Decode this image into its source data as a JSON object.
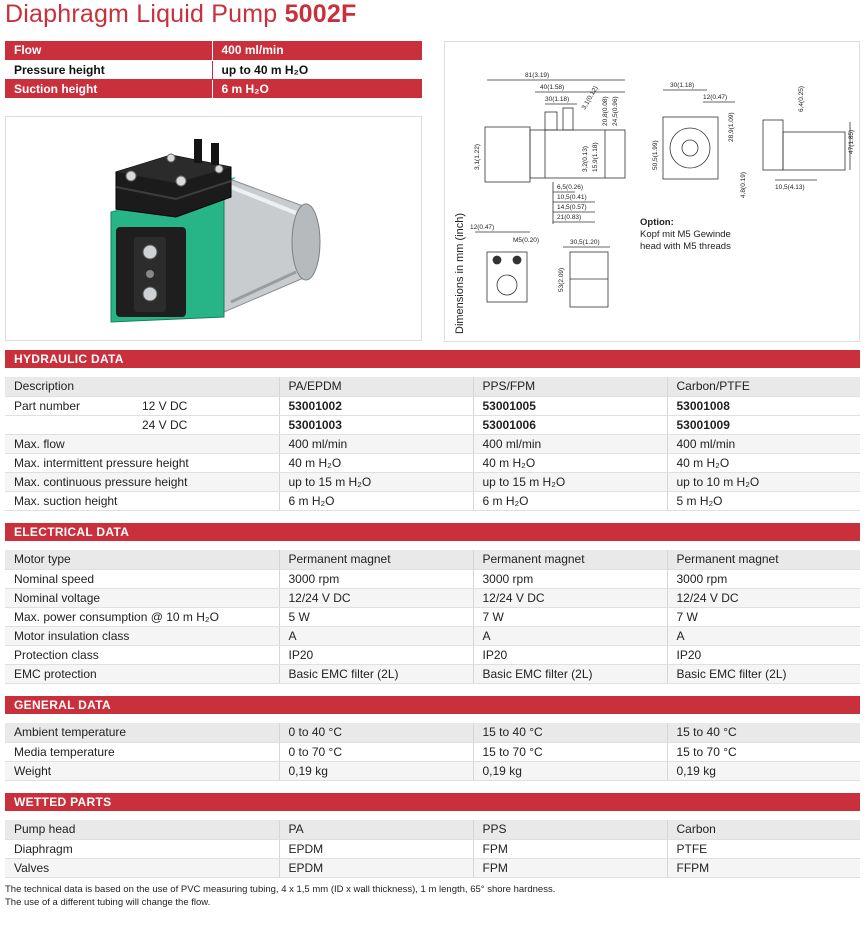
{
  "header": {
    "title_main": "Diaphragm Liquid Pump",
    "title_model": "5002F"
  },
  "spec_table": [
    {
      "label": "Flow",
      "value": "400 ml/min"
    },
    {
      "label": "Pressure height",
      "value": "up to 40 m H₂O"
    },
    {
      "label": "Suction height",
      "value": "6 m H₂O"
    }
  ],
  "drawing": {
    "axis_label": "Dimensions in mm (inch)",
    "option_title": "Option:",
    "option_line1": "Kopf mit M5 Gewinde",
    "option_line2": "head with M5 threads",
    "dims": {
      "d1": "81(3.19)",
      "d2": "40(1.58)",
      "d3": "30(1.18)",
      "d4": "3,1(0.12)",
      "d5": "20,8(0.08)",
      "d6": "24,5(0.96)",
      "d7": "3,2(0.13)",
      "d8": "15,9(1.18)",
      "d9": "6,5(0.26)",
      "d10": "10,5(0.41)",
      "d11": "14,5(0.57)",
      "d12": "21(0.83)",
      "d13": "3,1(1.22)",
      "d14": "30(1.18)",
      "d15": "12(0.47)",
      "d16": "50,5(1.99)",
      "d17": "28,9(1.09)",
      "d18": "4,8(0.19)",
      "d19": "10,5(4.13)",
      "d20": "6,4(0.25)",
      "d21": "47(1.85)",
      "d22": "12(0.47)",
      "d23": "M5(0.20)",
      "d24": "30,5(1.20)",
      "d25": "53(2.09)"
    }
  },
  "sections": {
    "hydraulic": "HYDRAULIC DATA",
    "electrical": "ELECTRICAL DATA",
    "general": "GENERAL DATA",
    "wetted": "WETTED PARTS"
  },
  "hydraulic": {
    "header": [
      "Description",
      "PA/EPDM",
      "PPS/FPM",
      "Carbon/PTFE"
    ],
    "part_number_label": "Part number",
    "volt_12": "12 V DC",
    "volt_24": "24 V DC",
    "pn_12": [
      "53001002",
      "53001005",
      "53001008"
    ],
    "pn_24": [
      "53001003",
      "53001006",
      "53001009"
    ],
    "rows": [
      [
        "Max. flow",
        "400 ml/min",
        "400 ml/min",
        "400 ml/min"
      ],
      [
        "Max. intermittent pressure height",
        "40 m H₂O",
        "40 m H₂O",
        "40 m H₂O"
      ],
      [
        "Max. continuous pressure height",
        "up to 15 m H₂O",
        "up to 15 m H₂O",
        "up to 10 m H₂O"
      ],
      [
        "Max. suction height",
        "6 m H₂O",
        "6 m H₂O",
        "5 m H₂O"
      ]
    ]
  },
  "electrical": {
    "rows": [
      [
        "Motor type",
        "Permanent magnet",
        "Permanent magnet",
        "Permanent magnet"
      ],
      [
        "Nominal speed",
        "3000 rpm",
        "3000 rpm",
        "3000 rpm"
      ],
      [
        "Nominal voltage",
        "12/24 V DC",
        "12/24 V DC",
        "12/24 V DC"
      ],
      [
        "Max. power consumption @ 10 m H₂O",
        "5 W",
        "7 W",
        "7 W"
      ],
      [
        "Motor insulation class",
        "A",
        "A",
        "A"
      ],
      [
        "Protection class",
        "IP20",
        "IP20",
        "IP20"
      ],
      [
        "EMC protection",
        "Basic EMC filter (2L)",
        "Basic EMC filter (2L)",
        "Basic EMC filter (2L)"
      ]
    ]
  },
  "general": {
    "rows": [
      [
        "Ambient temperature",
        "0 to 40 °C",
        "15 to 40 °C",
        "15 to 40 °C"
      ],
      [
        "Media temperature",
        "0 to 70 °C",
        "15 to 70 °C",
        "15 to 70 °C"
      ],
      [
        "Weight",
        "0,19 kg",
        "0,19 kg",
        "0,19 kg"
      ]
    ]
  },
  "wetted": {
    "rows": [
      [
        "Pump head",
        "PA",
        "PPS",
        "Carbon"
      ],
      [
        "Diaphragm",
        "EPDM",
        "FPM",
        "PTFE"
      ],
      [
        "Valves",
        "EPDM",
        "FPM",
        "FFPM"
      ]
    ]
  },
  "footnote": {
    "line1": "The technical data is based on the use of PVC measuring tubing, 4 x 1,5 mm (ID x wall thickness), 1 m length, 65° shore hardness.",
    "line2": "The use of a different tubing will change the flow."
  },
  "colors": {
    "brand_red": "#c9303c",
    "pump_green": "#27b487",
    "header_grey": "#e9e9e9"
  }
}
